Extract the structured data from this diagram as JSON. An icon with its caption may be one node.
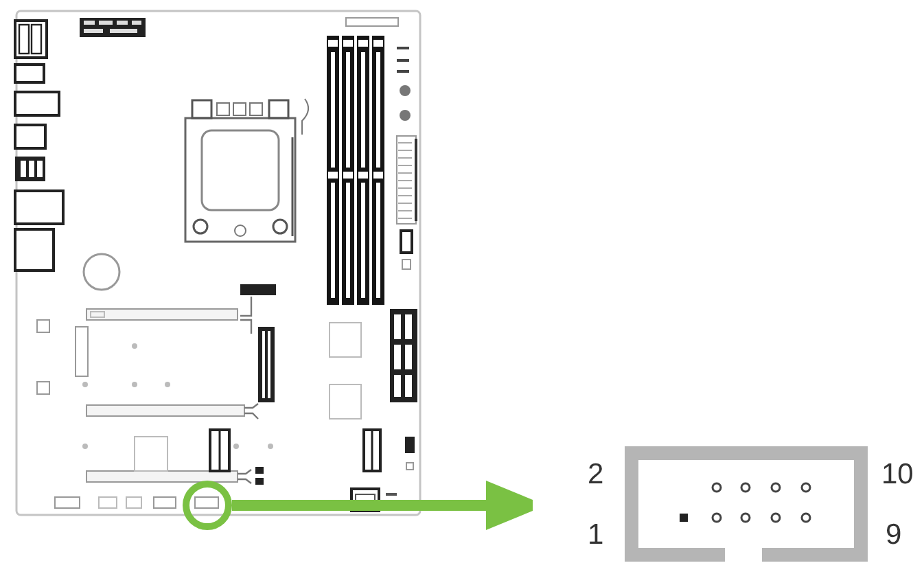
{
  "diagram": {
    "nodes": [
      {
        "text": [],
        "shape": "circle"
      },
      {
        "text": [
          "2",
          "10",
          "1",
          "9"
        ]
      }
    ],
    "edges": [
      {
        "from": 0,
        "to": 1,
        "arrow": "to",
        "color": "#7ac143"
      }
    ]
  }
}
